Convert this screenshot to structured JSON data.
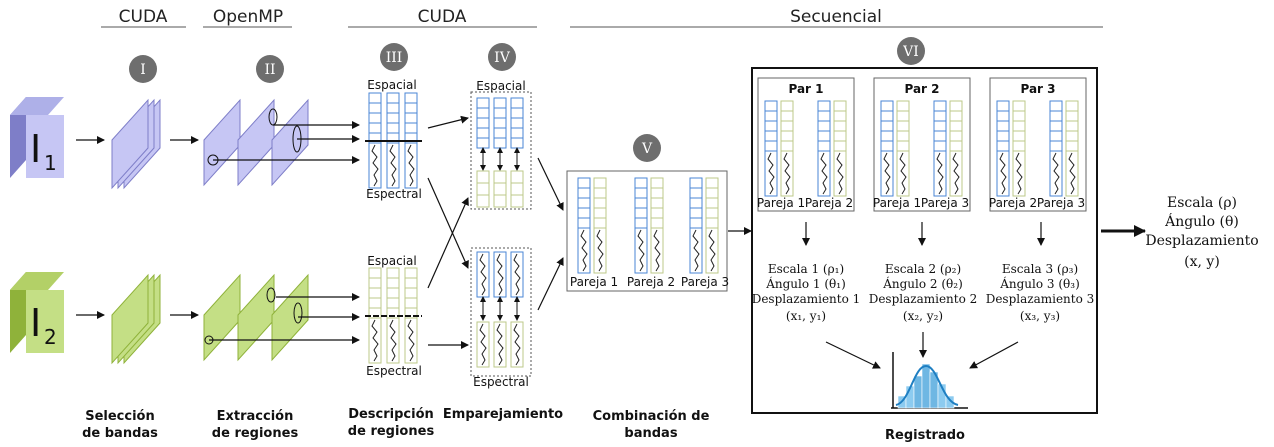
{
  "headers": {
    "cuda_1": "CUDA",
    "openmp": "OpenMP",
    "cuda_2": "CUDA",
    "secuencial": "Secuencial"
  },
  "numerals": [
    "I",
    "II",
    "III",
    "IV",
    "V",
    "VI"
  ],
  "inputs": {
    "image_1": "I",
    "sub_1": "1",
    "image_2": "I",
    "sub_2": "2"
  },
  "descriptor_labels": {
    "espacial_top": "Espacial",
    "espectral_top": "Espectral",
    "espacial_bottom": "Espacial",
    "espectral_bottom": "Espectral",
    "match_espacial": "Espacial",
    "match_espectral": "Espectral"
  },
  "combination": {
    "pairs": [
      "Pareja 1",
      "Pareja 2",
      "Pareja 3"
    ]
  },
  "pairs": [
    {
      "title": "Par 1",
      "parejas": [
        "Pareja 1",
        "Pareja 2"
      ],
      "res_1": "Escala 1 (ρ₁)",
      "res_2": "Ángulo 1 (θ₁)",
      "res_3": "Desplazamiento 1",
      "res_4": "(x₁, y₁)"
    },
    {
      "title": "Par 2",
      "parejas": [
        "Pareja 1",
        "Pareja 3"
      ],
      "res_1": "Escala 2 (ρ₂)",
      "res_2": "Ángulo 2 (θ₂)",
      "res_3": "Desplazamiento 2",
      "res_4": "(x₂, y₂)"
    },
    {
      "title": "Par 3",
      "parejas": [
        "Pareja 2",
        "Pareja 3"
      ],
      "res_1": "Escala 3 (ρ₃)",
      "res_2": "Ángulo 3 (θ₃)",
      "res_3": "Desplazamiento 3",
      "res_4": "(x₃, y₃)"
    }
  ],
  "final_output": {
    "line_1": "Escala (ρ)",
    "line_2": "Ángulo (θ)",
    "line_3": "Desplazamiento",
    "line_4": "(x, y)"
  },
  "stage_labels": {
    "seleccion_1": "Selección",
    "seleccion_2": "de bandas",
    "extraccion_1": "Extracción",
    "extraccion_2": "de regiones",
    "descripcion_1": "Descripción",
    "descripcion_2": "de regiones",
    "emparejamiento": "Emparejamiento",
    "combinacion_1": "Combinación de",
    "combinacion_2": "bandas",
    "registrado": "Registrado"
  },
  "colors": {
    "purple_face": "#c6c6f4",
    "purple_side": "#7e7ec8",
    "green_face": "#c4df85",
    "green_side": "#8fb23a",
    "spatial_blue": "#4a86d6",
    "spectral_olive": "#bcc98a",
    "numeral_circle": "#6e6e6e",
    "histogram": "#6fb7e3"
  }
}
